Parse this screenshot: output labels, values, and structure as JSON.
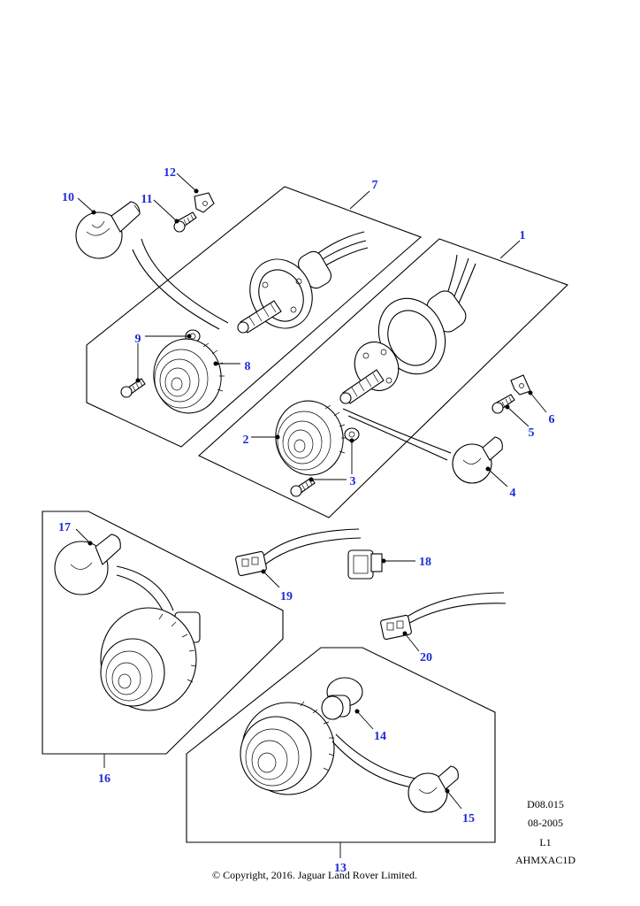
{
  "callouts": {
    "c1": "1",
    "c2": "2",
    "c3": "3",
    "c4": "4",
    "c5": "5",
    "c6": "6",
    "c7": "7",
    "c8": "8",
    "c9": "9",
    "c10": "10",
    "c11": "11",
    "c12": "12",
    "c13": "13",
    "c14": "14",
    "c15": "15",
    "c16": "16",
    "c17": "17",
    "c18": "18",
    "c19": "19",
    "c20": "20"
  },
  "reference": {
    "code": "D08.015",
    "date": "08-2005",
    "level": "L1",
    "id": "AHMXAC1D"
  },
  "copyright": "© Copyright, 2016. Jaguar Land Rover Limited.",
  "colors": {
    "callout": "#1e2bd6",
    "line": "#000000"
  }
}
